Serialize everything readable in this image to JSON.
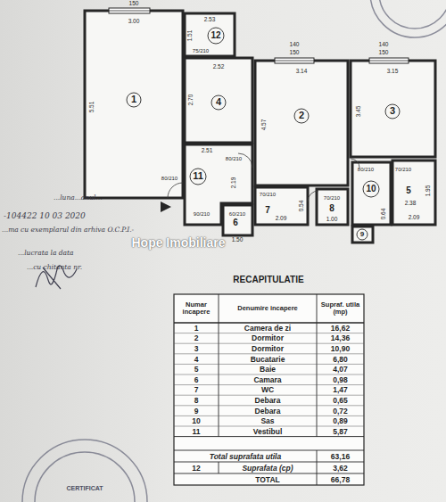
{
  "diagram": {
    "title": "RECAPITULATIE",
    "labels": [
      "1",
      "2",
      "3",
      "4",
      "5",
      "6",
      "7",
      "8",
      "9",
      "10",
      "11",
      "12",
      "150",
      "3.00",
      "5.51",
      "2.53",
      "1.51",
      "2.52",
      "2.70",
      "140",
      "150",
      "3.14",
      "4.57",
      "140",
      "150",
      "3.15",
      "3.45",
      "2.51",
      "2.19",
      "2.09",
      "0.54",
      "1.00",
      "0.64",
      "2.38",
      "1.95",
      "2.09",
      "1.50",
      "75/210",
      "80/210",
      "80/210",
      "90/210",
      "60/210",
      "70/210",
      "70/210",
      "80/210",
      "70/210",
      "-104422  10  03  2020",
      "...luna...anul...",
      "...ma cu exemplarul din arhiva O.C.P.I.-",
      "...lucrata la data",
      "...cu chitanta nr.",
      "CERTIFICAT",
      "Hope Imobiliare",
      "Numar incapere",
      "Denumire incapere",
      "Supraf. utila (mp)",
      "1",
      "Camera de zi",
      "16,62",
      "2",
      "Dormitor",
      "14,36",
      "3",
      "Dormitor",
      "10,90",
      "4",
      "Bucatarie",
      "6,80",
      "5",
      "Baie",
      "4,07",
      "6",
      "Camara",
      "0,98",
      "7",
      "WC",
      "1,47",
      "8",
      "Debara",
      "0,65",
      "9",
      "Debara",
      "0,72",
      "10",
      "Sas",
      "0,89",
      "11",
      "Vestibul",
      "5,87",
      "Total suprafata utila",
      "63,16",
      "12",
      "Suprafata (cp)",
      "3,62",
      "TOTAL",
      "66,78"
    ]
  }
}
